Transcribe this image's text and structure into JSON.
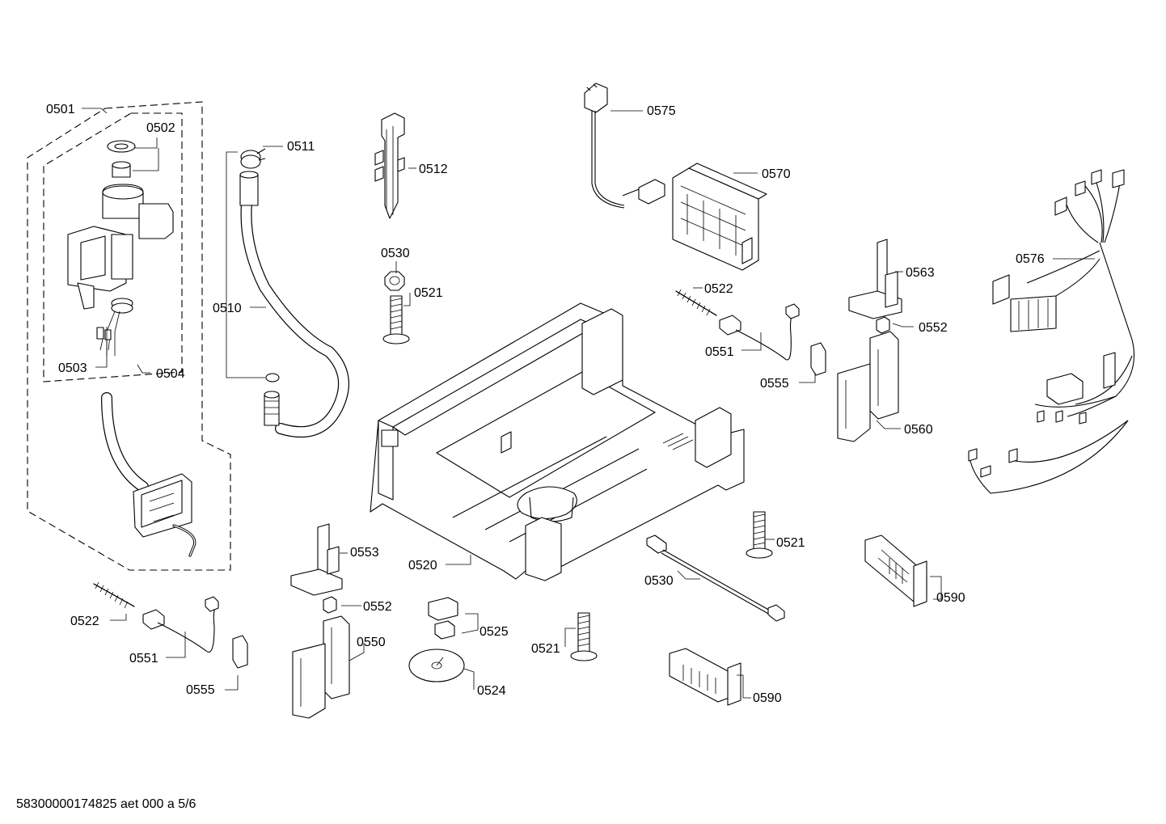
{
  "labels": {
    "l0501": "0501",
    "l0502": "0502",
    "l0503": "0503",
    "l0504": "0504",
    "l0510": "0510",
    "l0511": "0511",
    "l0512": "0512",
    "l0530a": "0530",
    "l0521a": "0521",
    "l0575": "0575",
    "l0570": "0570",
    "l0576": "0576",
    "l0563": "0563",
    "l0522a": "0522",
    "l0552a": "0552",
    "l0551a": "0551",
    "l0555a": "0555",
    "l0560": "0560",
    "l0520": "0520",
    "l0553": "0553",
    "l0521b": "0521",
    "l0530b": "0530",
    "l0590a": "0590",
    "l0522b": "0522",
    "l0552b": "0552",
    "l0550": "0550",
    "l0525": "0525",
    "l0551b": "0551",
    "l0524": "0524",
    "l0521c": "0521",
    "l0590b": "0590",
    "l0555b": "0555"
  },
  "footer": {
    "document_id": "58300000174825 aet 000 a 5/6"
  }
}
